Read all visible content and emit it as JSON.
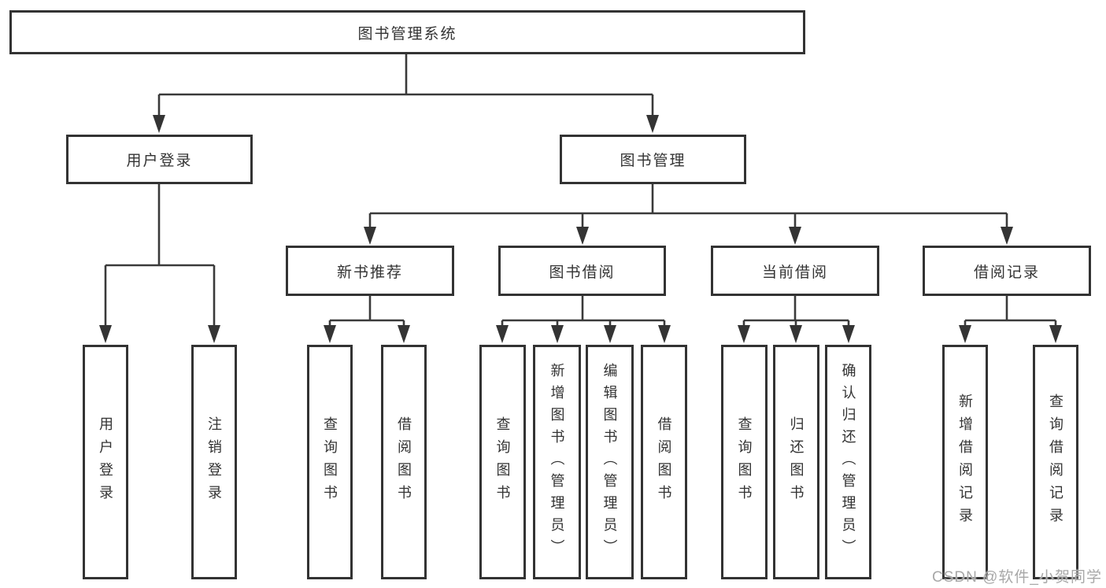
{
  "diagram": {
    "root": {
      "label": "图书管理系统"
    },
    "user_login": {
      "label": "用户登录",
      "leaves": [
        "用户登录",
        "注销登录"
      ]
    },
    "book_mgmt": {
      "label": "图书管理",
      "modules": [
        {
          "label": "新书推荐",
          "leaves": [
            "查询图书",
            "借阅图书"
          ]
        },
        {
          "label": "图书借阅",
          "leaves": [
            "查询图书",
            "新增图书（管理员）",
            "编辑图书（管理员）",
            "借阅图书"
          ]
        },
        {
          "label": "当前借阅",
          "leaves": [
            "查询图书",
            "归还图书",
            "确认归还（管理员）"
          ]
        },
        {
          "label": "借阅记录",
          "leaves": [
            "新增借阅记录",
            "查询借阅记录"
          ]
        }
      ]
    }
  },
  "watermark": {
    "text": "CSDN @软件_小贺同学"
  },
  "colors": {
    "line": "#3a3a3a",
    "box_border": "#333333",
    "text": "#333333",
    "watermark": "#a8a8a8",
    "background": "#ffffff"
  }
}
